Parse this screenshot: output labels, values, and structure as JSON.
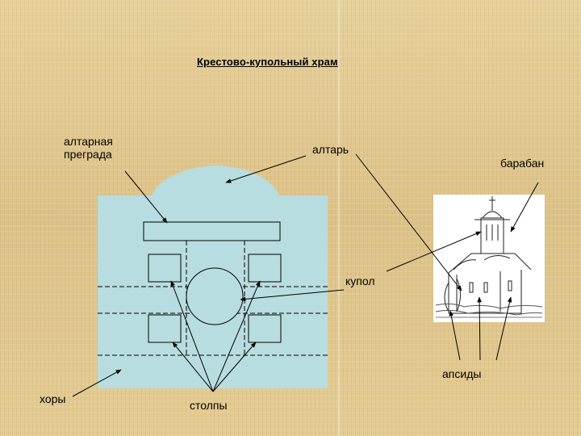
{
  "title": "Крестово-купольный храм",
  "labels": {
    "altar_screen_line1": "алтарная",
    "altar_screen_line2": "преграда",
    "altar": "алтарь",
    "drum": "барабан",
    "dome": "купол",
    "apses": "апсиды",
    "choir": "хоры",
    "pillars": "столпы"
  },
  "colors": {
    "plan_fill": "#b8dde0",
    "line": "#000000"
  },
  "icons": {
    "church_photo": "church-sketch"
  }
}
